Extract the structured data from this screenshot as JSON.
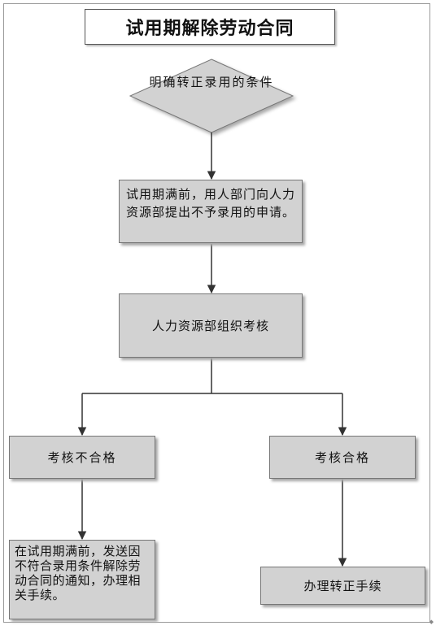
{
  "title": "试用期解除劳动合同",
  "nodes": {
    "decision": "明确转正录用的条件",
    "application": "试用期满前，用人部门向人力资源部提出不予录用的申请。",
    "assessment": "人力资源部组织考核",
    "fail": "考核不合格",
    "pass": "考核合格",
    "fail_action": "在试用期满前，发送因不符合录用条件解除劳动合同的通知，办理相关手续。",
    "pass_action": "办理转正手续"
  }
}
